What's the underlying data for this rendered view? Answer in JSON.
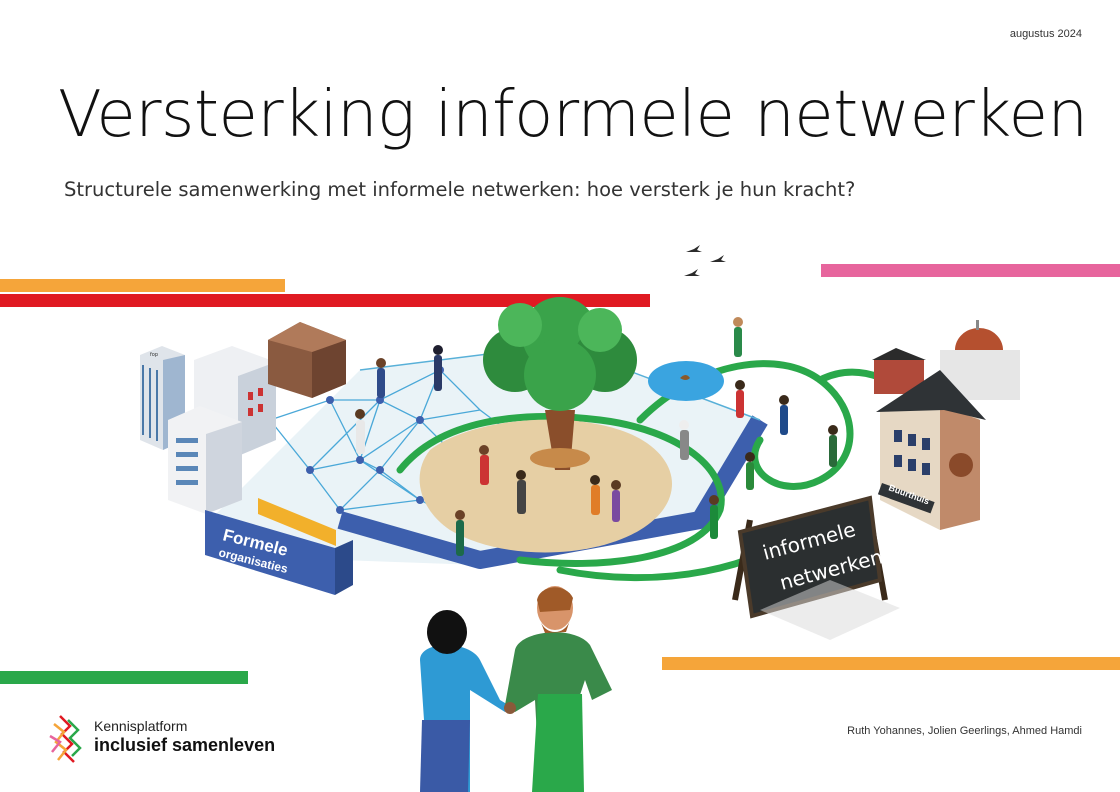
{
  "header": {
    "date": "augustus 2024",
    "title": "Versterking informele netwerken",
    "subtitle": "Structurele samenwerking met informele netwerken: hoe versterk je hun kracht?"
  },
  "illustration": {
    "box_label_line1": "Formele",
    "box_label_line2": "organisaties",
    "chalkboard_line1": "informele",
    "chalkboard_line2": "netwerken",
    "buurthuis_sign": "Buurthuis",
    "building_sign": "fop"
  },
  "footer": {
    "logo_line1": "Kennisplatform",
    "logo_line2": "inclusief samenleven",
    "authors": "Ruth Yohannes, Jolien Geerlings, Ahmed Hamdi"
  },
  "colors": {
    "orange": "#f5a53a",
    "red": "#e01a22",
    "pink": "#e7659d",
    "green": "#2aa84a",
    "box_blue": "#3d5fad",
    "chalkboard": "#2b2f30"
  }
}
